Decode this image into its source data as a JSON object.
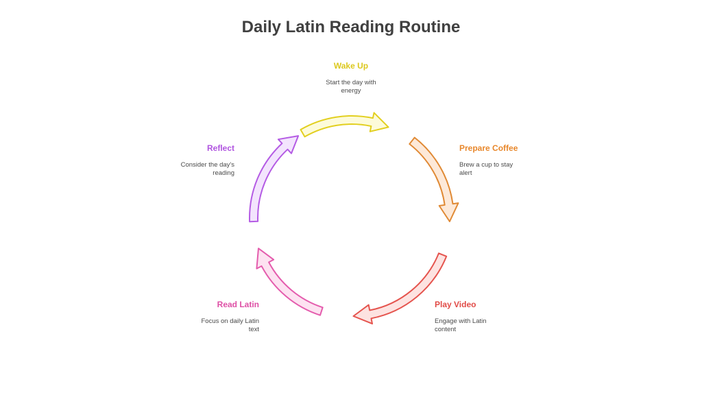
{
  "title": "Daily Latin Reading Routine",
  "steps": [
    {
      "title": "Wake Up",
      "description": "Start the day with energy",
      "stroke": "#e2cf1f",
      "fill": "#fdfbd9",
      "text_color": "#dcc81d"
    },
    {
      "title": "Prepare Coffee",
      "description": "Brew a cup to stay alert",
      "stroke": "#e08a35",
      "fill": "#fde9d8",
      "text_color": "#e8872b"
    },
    {
      "title": "Play Video",
      "description": "Engage with Latin content",
      "stroke": "#e5544e",
      "fill": "#fde3e1",
      "text_color": "#e14b47"
    },
    {
      "title": "Read Latin",
      "description": "Focus on daily Latin text",
      "stroke": "#e45cad",
      "fill": "#fde2f1",
      "text_color": "#de4fa5"
    },
    {
      "title": "Reflect",
      "description": "Consider the day's reading",
      "stroke": "#b45be4",
      "fill": "#f3e4fd",
      "text_color": "#b054e0"
    }
  ]
}
